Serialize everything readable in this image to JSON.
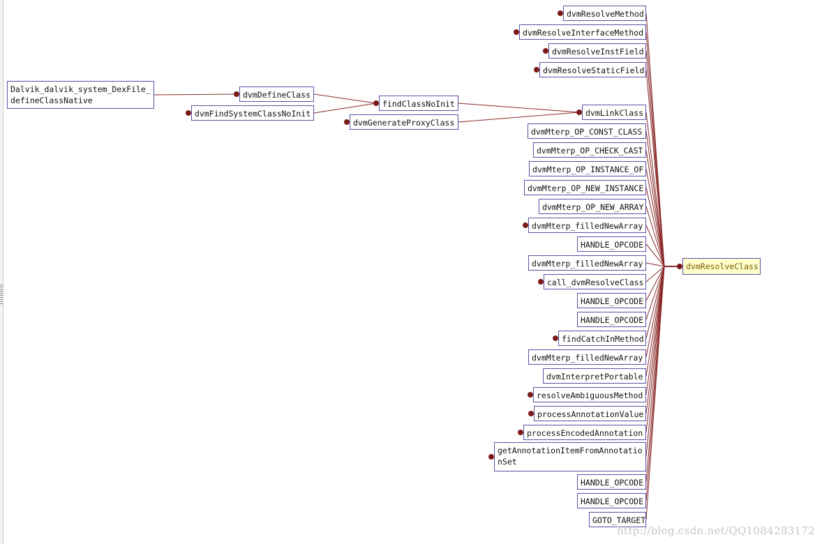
{
  "diagram": {
    "target": "dvmResolveClass",
    "nodes": [
      {
        "id": "n_define_native",
        "label": "Dalvik_dalvik_system_DexFile_defineClassNative",
        "dot": false
      },
      {
        "id": "n_define_class",
        "label": "dvmDefineClass",
        "dot": true
      },
      {
        "id": "n_find_system",
        "label": "dvmFindSystemClassNoInit",
        "dot": true
      },
      {
        "id": "n_find_noinit",
        "label": "findClassNoInit",
        "dot": true
      },
      {
        "id": "n_gen_proxy",
        "label": "dvmGenerateProxyClass",
        "dot": true
      },
      {
        "id": "n_resolve_method",
        "label": "dvmResolveMethod",
        "dot": true
      },
      {
        "id": "n_resolve_iface",
        "label": "dvmResolveInterfaceMethod",
        "dot": true
      },
      {
        "id": "n_resolve_inst",
        "label": "dvmResolveInstField",
        "dot": true
      },
      {
        "id": "n_resolve_static",
        "label": "dvmResolveStaticField",
        "dot": true
      },
      {
        "id": "n_link_class",
        "label": "dvmLinkClass",
        "dot": true
      },
      {
        "id": "n_const_class",
        "label": "dvmMterp_OP_CONST_CLASS",
        "dot": false
      },
      {
        "id": "n_check_cast",
        "label": "dvmMterp_OP_CHECK_CAST",
        "dot": false
      },
      {
        "id": "n_instance_of",
        "label": "dvmMterp_OP_INSTANCE_OF",
        "dot": false
      },
      {
        "id": "n_new_instance",
        "label": "dvmMterp_OP_NEW_INSTANCE",
        "dot": false
      },
      {
        "id": "n_new_array",
        "label": "dvmMterp_OP_NEW_ARRAY",
        "dot": false
      },
      {
        "id": "n_filled_1",
        "label": "dvmMterp_filledNewArray",
        "dot": true
      },
      {
        "id": "n_handle_1",
        "label": "HANDLE_OPCODE",
        "dot": false
      },
      {
        "id": "n_filled_2",
        "label": "dvmMterp_filledNewArray",
        "dot": false
      },
      {
        "id": "n_call_resolve",
        "label": "call_dvmResolveClass",
        "dot": true
      },
      {
        "id": "n_handle_2",
        "label": "HANDLE_OPCODE",
        "dot": false
      },
      {
        "id": "n_handle_3",
        "label": "HANDLE_OPCODE",
        "dot": false
      },
      {
        "id": "n_find_catch",
        "label": "findCatchInMethod",
        "dot": true
      },
      {
        "id": "n_filled_3",
        "label": "dvmMterp_filledNewArray",
        "dot": false
      },
      {
        "id": "n_interp_portable",
        "label": "dvmInterpretPortable",
        "dot": false
      },
      {
        "id": "n_resolve_ambig",
        "label": "resolveAmbiguousMethod",
        "dot": true
      },
      {
        "id": "n_proc_annot_val",
        "label": "processAnnotationValue",
        "dot": true
      },
      {
        "id": "n_proc_enc_annot",
        "label": "processEncodedAnnotation",
        "dot": true
      },
      {
        "id": "n_get_annot_item",
        "label": "getAnnotationItemFromAnnotationSet",
        "dot": true
      },
      {
        "id": "n_handle_4",
        "label": "HANDLE_OPCODE",
        "dot": false
      },
      {
        "id": "n_handle_5",
        "label": "HANDLE_OPCODE",
        "dot": false
      },
      {
        "id": "n_goto_target",
        "label": "GOTO_TARGET",
        "dot": false
      }
    ],
    "edges": [
      [
        "n_define_native",
        "n_define_class"
      ],
      [
        "n_define_class",
        "n_find_noinit"
      ],
      [
        "n_find_system",
        "n_find_noinit"
      ],
      [
        "n_find_noinit",
        "n_link_class"
      ],
      [
        "n_gen_proxy",
        "n_link_class"
      ],
      [
        "n_resolve_method",
        "target"
      ],
      [
        "n_resolve_iface",
        "target"
      ],
      [
        "n_resolve_inst",
        "target"
      ],
      [
        "n_resolve_static",
        "target"
      ],
      [
        "n_link_class",
        "target"
      ],
      [
        "n_const_class",
        "target"
      ],
      [
        "n_check_cast",
        "target"
      ],
      [
        "n_instance_of",
        "target"
      ],
      [
        "n_new_instance",
        "target"
      ],
      [
        "n_new_array",
        "target"
      ],
      [
        "n_filled_1",
        "target"
      ],
      [
        "n_handle_1",
        "target"
      ],
      [
        "n_filled_2",
        "target"
      ],
      [
        "n_call_resolve",
        "target"
      ],
      [
        "n_handle_2",
        "target"
      ],
      [
        "n_handle_3",
        "target"
      ],
      [
        "n_find_catch",
        "target"
      ],
      [
        "n_filled_3",
        "target"
      ],
      [
        "n_interp_portable",
        "target"
      ],
      [
        "n_resolve_ambig",
        "target"
      ],
      [
        "n_proc_annot_val",
        "target"
      ],
      [
        "n_proc_enc_annot",
        "target"
      ],
      [
        "n_get_annot_item",
        "target"
      ],
      [
        "n_handle_4",
        "target"
      ],
      [
        "n_handle_5",
        "target"
      ],
      [
        "n_goto_target",
        "target"
      ]
    ],
    "colors": {
      "edge": "#8a2a2a",
      "node_border": "#5a4fa8",
      "dot": "#7a1a1a",
      "target_bg": "#ffffcc"
    }
  },
  "watermark": "http://blog.csdn.net/QQ1084283172"
}
